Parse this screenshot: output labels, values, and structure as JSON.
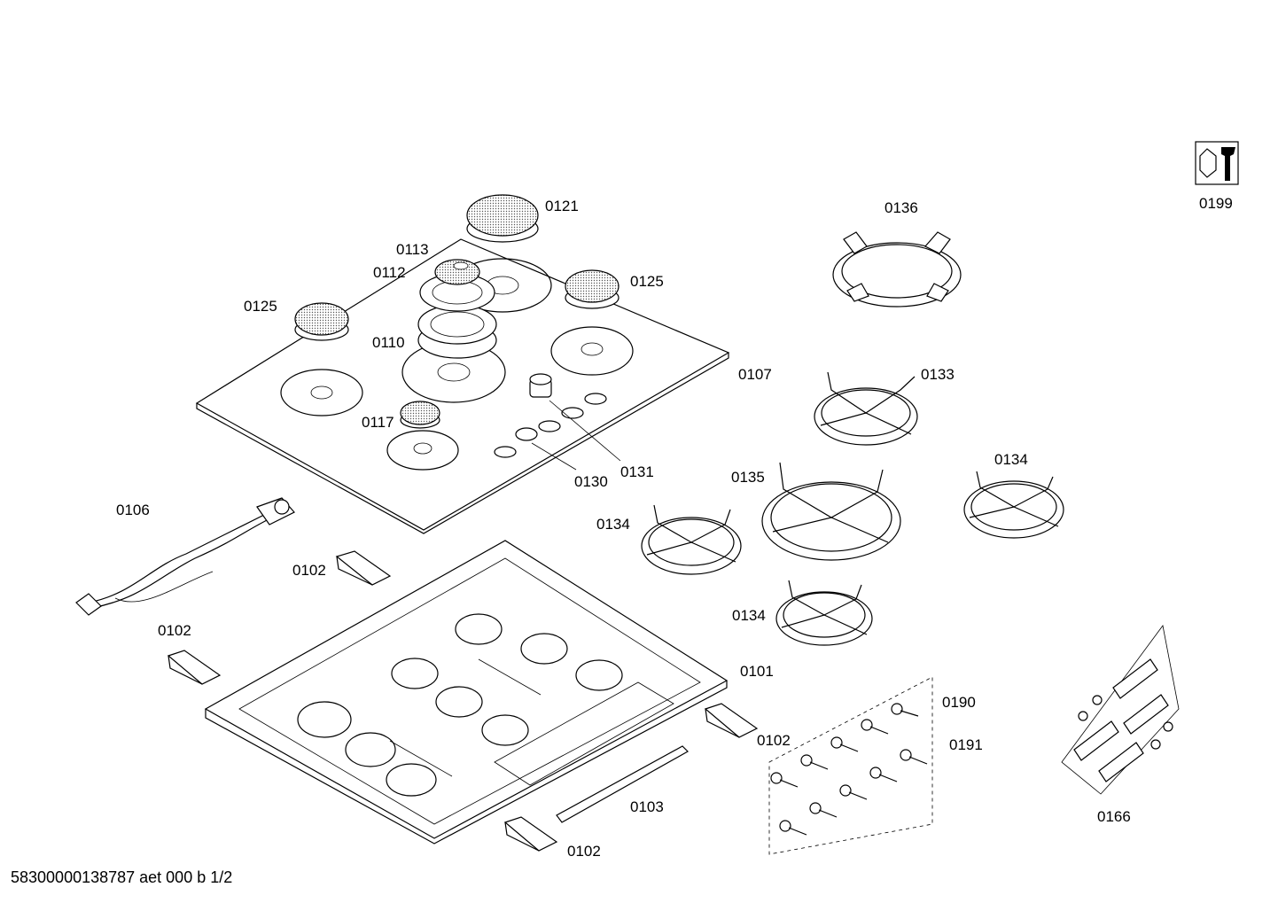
{
  "labels": {
    "l0121": "0121",
    "l0113": "0113",
    "l0112": "0112",
    "l0125a": "0125",
    "l0125b": "0125",
    "l0110": "0110",
    "l0107": "0107",
    "l0117": "0117",
    "l0130": "0130",
    "l0131": "0131",
    "l0136": "0136",
    "l0133": "0133",
    "l0135": "0135",
    "l0134a": "0134",
    "l0134b": "0134",
    "l0134c": "0134",
    "l0106": "0106",
    "l0102a": "0102",
    "l0102b": "0102",
    "l0102c": "0102",
    "l0102d": "0102",
    "l0101": "0101",
    "l0103": "0103",
    "l0190": "0190",
    "l0191": "0191",
    "l0166": "0166",
    "l0199": "0199"
  },
  "footer": "58300000138787 aet 000 b 1/2",
  "icons": {
    "service": "service-tool-icon"
  }
}
